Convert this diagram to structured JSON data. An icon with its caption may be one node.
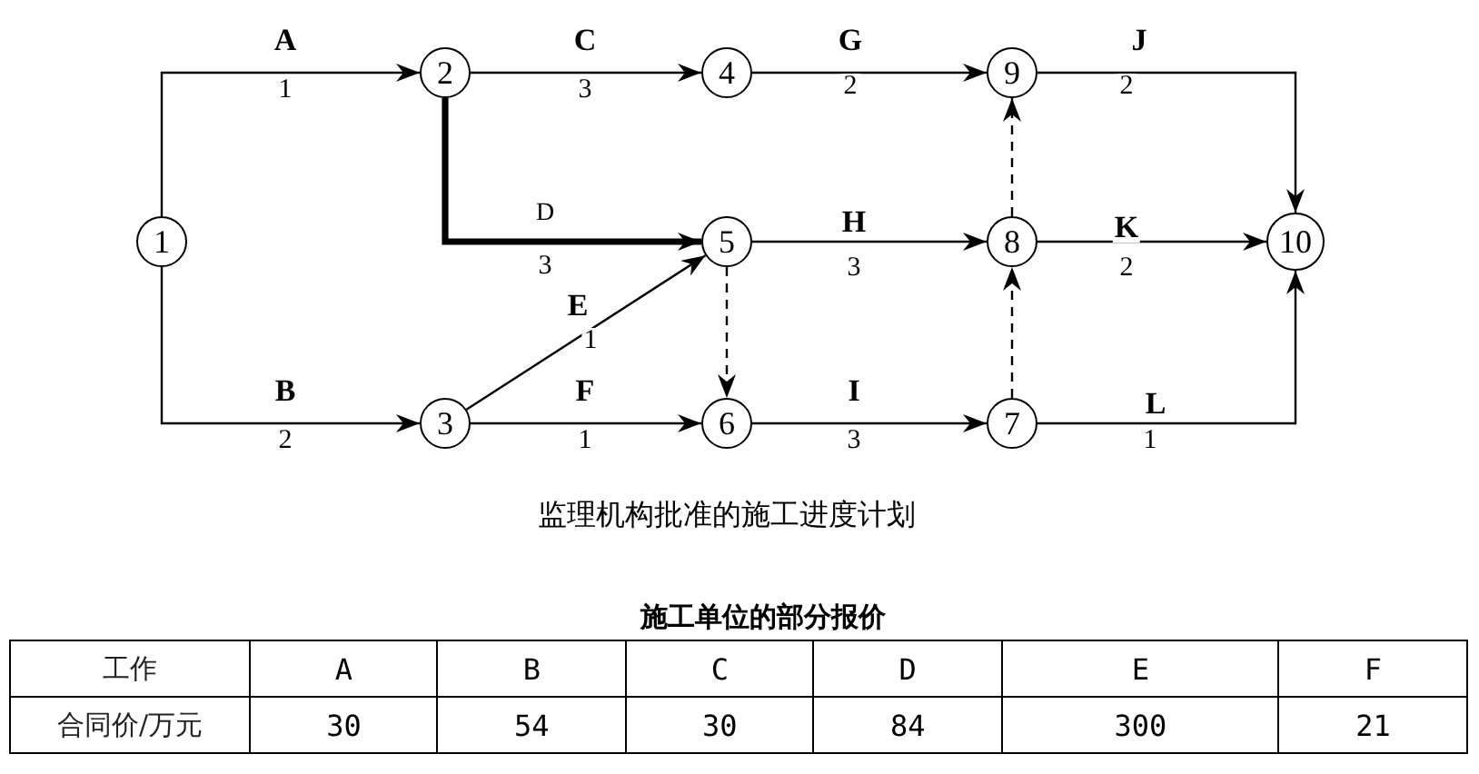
{
  "diagram": {
    "caption": "监理机构批准的施工进度计划",
    "nodes": [
      {
        "text": [
          "1"
        ]
      },
      {
        "text": [
          "2"
        ]
      },
      {
        "text": [
          "3"
        ]
      },
      {
        "text": [
          "4"
        ]
      },
      {
        "text": [
          "5"
        ]
      },
      {
        "text": [
          "6"
        ]
      },
      {
        "text": [
          "9"
        ]
      },
      {
        "text": [
          "8"
        ]
      },
      {
        "text": [
          "7"
        ]
      },
      {
        "text": [
          "10"
        ]
      }
    ],
    "edges": [
      {
        "from": 0,
        "to": 1,
        "arrow": "to",
        "label": "A"
      },
      {
        "from": 0,
        "to": 2,
        "arrow": "to",
        "label": "B"
      },
      {
        "from": 1,
        "to": 3,
        "arrow": "to",
        "label": "C"
      },
      {
        "from": 1,
        "to": 4,
        "arrow": "to",
        "label": "D",
        "style": "thick"
      },
      {
        "from": 2,
        "to": 4,
        "arrow": "to",
        "label": "E"
      },
      {
        "from": 2,
        "to": 5,
        "arrow": "to",
        "label": "F"
      },
      {
        "from": 3,
        "to": 6,
        "arrow": "to",
        "label": "G"
      },
      {
        "from": 4,
        "to": 7,
        "arrow": "to",
        "label": "H"
      },
      {
        "from": 4,
        "to": 5,
        "arrow": "to",
        "style": "dashed"
      },
      {
        "from": 5,
        "to": 8,
        "arrow": "to",
        "label": "I"
      },
      {
        "from": 7,
        "to": 6,
        "arrow": "to",
        "style": "dashed"
      },
      {
        "from": 8,
        "to": 7,
        "arrow": "to",
        "style": "dashed"
      },
      {
        "from": 6,
        "to": 9,
        "arrow": "to",
        "label": "J"
      },
      {
        "from": 7,
        "to": 9,
        "arrow": "to",
        "label": "K"
      },
      {
        "from": 8,
        "to": 9,
        "arrow": "to",
        "label": "L"
      }
    ],
    "labels": [
      "1",
      "2",
      "3",
      "3",
      "1",
      "1",
      "2",
      "3",
      "3",
      "2",
      "2",
      "1",
      "施工单位的部分报价",
      "工作",
      "A",
      "B",
      "C",
      "D",
      "E",
      "F",
      "合同价/万元",
      "30",
      "54",
      "30",
      "84",
      "300",
      "21"
    ]
  }
}
